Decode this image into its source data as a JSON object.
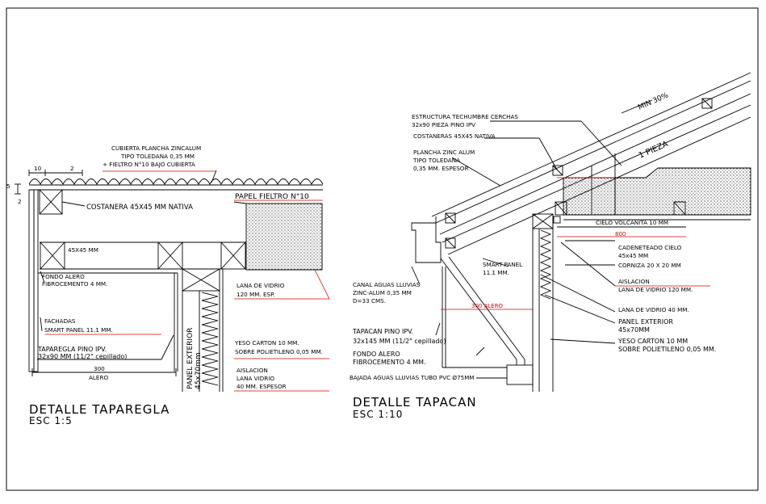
{
  "left": {
    "title": "DETALLE TAPAREGLA",
    "scale": "ESC 1:5",
    "dims": {
      "d10": "10",
      "d2a": "2",
      "d5": "5",
      "d2b": "2",
      "d300": "300"
    },
    "labels": {
      "cubierta1": "CUBIERTA PLANCHA ZINCALUM",
      "cubierta2": "TIPO TOLEDANA 0,35 MM",
      "cubierta3": "+ FIELTRO N°10 BAJO CUBIERTA",
      "papel": "PAPEL FIELTRO N°10",
      "costanera": "COSTANERA 45X45 MM NATIVA",
      "m4545": "45X45 MM",
      "fondo1": "FONDO ALERO",
      "fondo2": "FIBROCEMENTO 4 MM.",
      "lana1": "LANA DE VIDRIO",
      "lana2": "120 MM. ESP.",
      "fachadas1": "FACHADAS",
      "fachadas2": "SMART PANEL 11.1 MM.",
      "tapa1": "TAPAREGLA PINO IPV.",
      "tapa2": "32x90 MM (11/2\" cepillado)",
      "yeso1": "YESO CARTON 10 MM.",
      "yeso2": "SOBRE POLIETILENO 0,05 MM.",
      "aisl1": "AISLACION",
      "aisl2": "LANA VIDRIO",
      "aisl3": "40 MM. ESPESOR",
      "panel": "PANEL EXTERIOR",
      "panel2": "45x70mm",
      "alero": "ALERO"
    }
  },
  "right": {
    "title": "DETALLE TAPACAN",
    "scale": "ESC 1:10",
    "labels": {
      "estr1": "ESTRUCTURA TECHUMBRE CERCHAS",
      "estr2": "32x90 PIEZA PINO IPV",
      "costaneras": "COSTANERAS 45X45 NATIVA",
      "plancha1": "PLANCHA ZINC ALUM",
      "plancha2": "TIPO TOLEDANA",
      "plancha3": "0,35 MM. ESPESOR",
      "min": "MIN 30%",
      "pieza": "1 PIEZA",
      "cielo": "CIELO VOLCANITA 10 MM",
      "d800": "800",
      "cade1": "CADENETEADO CIELO",
      "cade2": "45x45 MM",
      "cornisa": "CORNIZA 20 X 20 MM",
      "smart1": "SMART-PANEL",
      "smart2": "11.1 MM.",
      "canal1": "CANAL AGUAS LLUVIAS",
      "canal2": "ZINC-ALUM 0,35 MM",
      "canal3": "D=33 CMS.",
      "alero300": "300 ALERO",
      "aisl1": "AISLACION",
      "aisl2": "LANA DE VIDRIO 120 MM.",
      "lana40": "LANA DE VIDRIO 40 MM.",
      "panel1": "PANEL EXTERIOR",
      "panel2": "45x70MM",
      "yeso1": "YESO CARTON 10 MM",
      "yeso2": "SOBRE POLIETILENO 0,05 MM.",
      "tapacan1": "TAPACAN PINO IPV.",
      "tapacan2": "32x145 MM (11/2\" cepillado)",
      "fondo1": "FONDO ALERO",
      "fondo2": "FIBROCEMENTO 4 MM.",
      "bajada": "BAJADA AGUAS LLUVIAS TUBO PVC Ø75MM"
    }
  },
  "colors": {
    "ink": "#000000",
    "accent": "#d40000"
  }
}
